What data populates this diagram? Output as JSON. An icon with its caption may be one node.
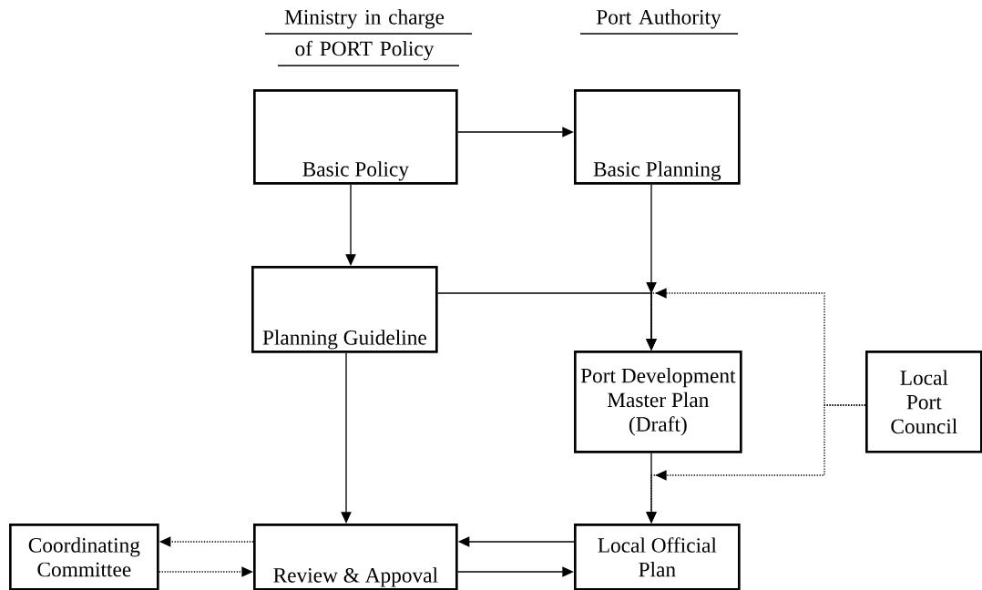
{
  "diagram": {
    "nodes": [
      {
        "text": [
          "Basic Policy"
        ]
      },
      {
        "text": [
          "Basic Planning"
        ]
      },
      {
        "text": [
          "Planning Guideline"
        ]
      },
      {
        "text": [
          "Port Development Master Plan (Draft)"
        ]
      },
      {
        "text": [
          "Local Port Council"
        ]
      },
      {
        "text": [
          "Coordinating Committee"
        ]
      },
      {
        "text": [
          "Review & Appoval"
        ]
      },
      {
        "text": [
          "Local Official Plan"
        ]
      }
    ],
    "edges": [
      {
        "from": 0,
        "to": 1,
        "arrow": "to"
      },
      {
        "from": 0,
        "to": 2,
        "arrow": "to"
      },
      {
        "from": 1,
        "to": 3,
        "arrow": "to"
      },
      {
        "from": 2,
        "to": 3,
        "arrow": "to"
      },
      {
        "from": 4,
        "to": 3,
        "arrow": "to",
        "style": "dashed"
      },
      {
        "from": 3,
        "to": 7,
        "arrow": "to"
      },
      {
        "from": 4,
        "to": 7,
        "arrow": "to",
        "style": "dashed"
      },
      {
        "from": 2,
        "to": 6,
        "arrow": "to"
      },
      {
        "from": 7,
        "to": 6,
        "arrow": "to"
      },
      {
        "from": 6,
        "to": 7,
        "arrow": "to"
      },
      {
        "from": 6,
        "to": 5,
        "arrow": "to",
        "style": "dashed"
      },
      {
        "from": 5,
        "to": 6,
        "arrow": "to",
        "style": "dashed"
      }
    ],
    "labels": [
      "Ministry in charge of PORT Policy",
      "Port Authority"
    ]
  }
}
